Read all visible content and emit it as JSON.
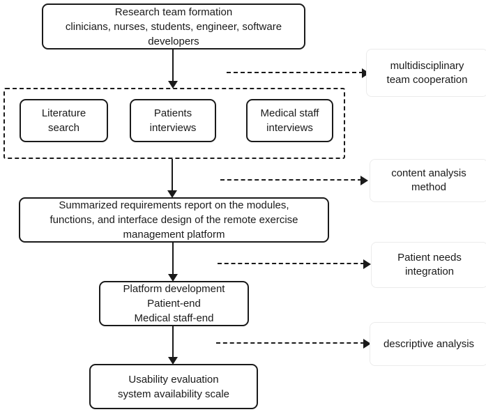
{
  "nodes": {
    "research_team": "Research team formation\nclinicians, nurses,  students, engineer, software\ndevelopers",
    "literature_search": "Literature\nsearch",
    "patients_interviews": "Patients\ninterviews",
    "medical_staff_interviews": "Medical staff\ninterviews",
    "requirements_report": "Summarized requirements report on the modules,\nfunctions, and interface design of the remote exercise\nmanagement platform",
    "platform_development": "Platform development\nPatient-end\nMedical staff-end",
    "usability_evaluation": "Usability evaluation\nsystem availability scale"
  },
  "annotations": [
    {
      "label": "multidisciplinary\nteam cooperation"
    },
    {
      "label": "content analysis\nmethod"
    },
    {
      "label": "Patient needs\nintegration"
    },
    {
      "label": "descriptive analysis"
    }
  ],
  "colors": {
    "line": "#1a1a1a",
    "background": "#ffffff",
    "annotation_border": "#ebebeb"
  }
}
